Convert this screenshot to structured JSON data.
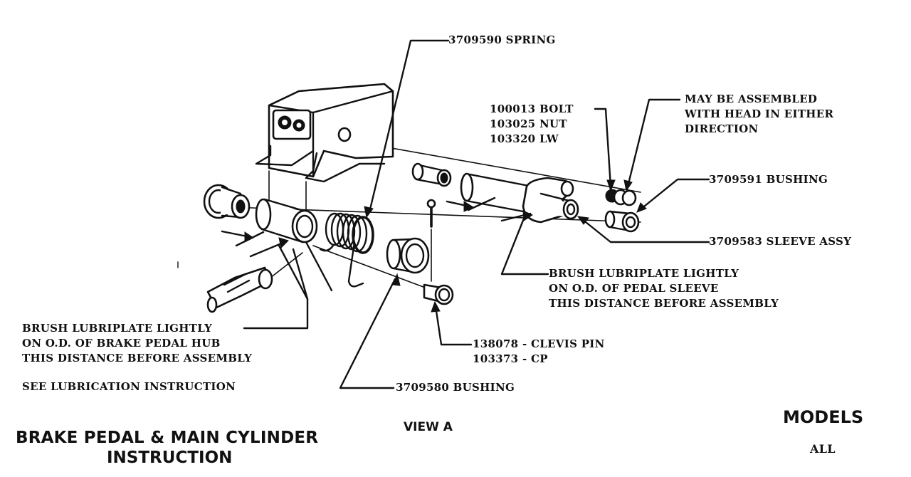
{
  "title": {
    "line1": "BRAKE PEDAL & MAIN CYLINDER",
    "line2": "INSTRUCTION"
  },
  "view": "VIEW A",
  "models": {
    "heading": "MODELS",
    "value": "ALL"
  },
  "callouts": {
    "spring": "3709590 SPRING",
    "bolt_group": [
      "100013 BOLT",
      "103025 NUT",
      "103320 LW"
    ],
    "head_note": [
      "MAY BE ASSEMBLED",
      "WITH HEAD IN EITHER",
      "DIRECTION"
    ],
    "bushing_591": "3709591 BUSHING",
    "sleeve_assy": "3709583 SLEEVE ASSY",
    "sleeve_lube": [
      "BRUSH LUBRIPLATE LIGHTLY",
      "ON O.D. OF PEDAL SLEEVE",
      "THIS DISTANCE BEFORE ASSEMBLY"
    ],
    "hub_lube": [
      "BRUSH LUBRIPLATE LIGHTLY",
      "ON O.D. OF BRAKE PEDAL HUB",
      "THIS DISTANCE BEFORE ASSEMBLY"
    ],
    "see_lube": "SEE LUBRICATION INSTRUCTION",
    "clevis": [
      "138078 - CLEVIS PIN",
      "103373 - CP"
    ],
    "bushing_580": "3709580 BUSHING"
  },
  "parts": [
    "bracket",
    "flanged-bushing-left",
    "pedal-hub",
    "spring",
    "bushing-3709580",
    "clevis-pin",
    "cotter-pin",
    "push-rod-clevis",
    "small-bushing",
    "pedal-sleeve",
    "sleeve-assy",
    "bolt-nut-lw",
    "bushing-3709591"
  ]
}
